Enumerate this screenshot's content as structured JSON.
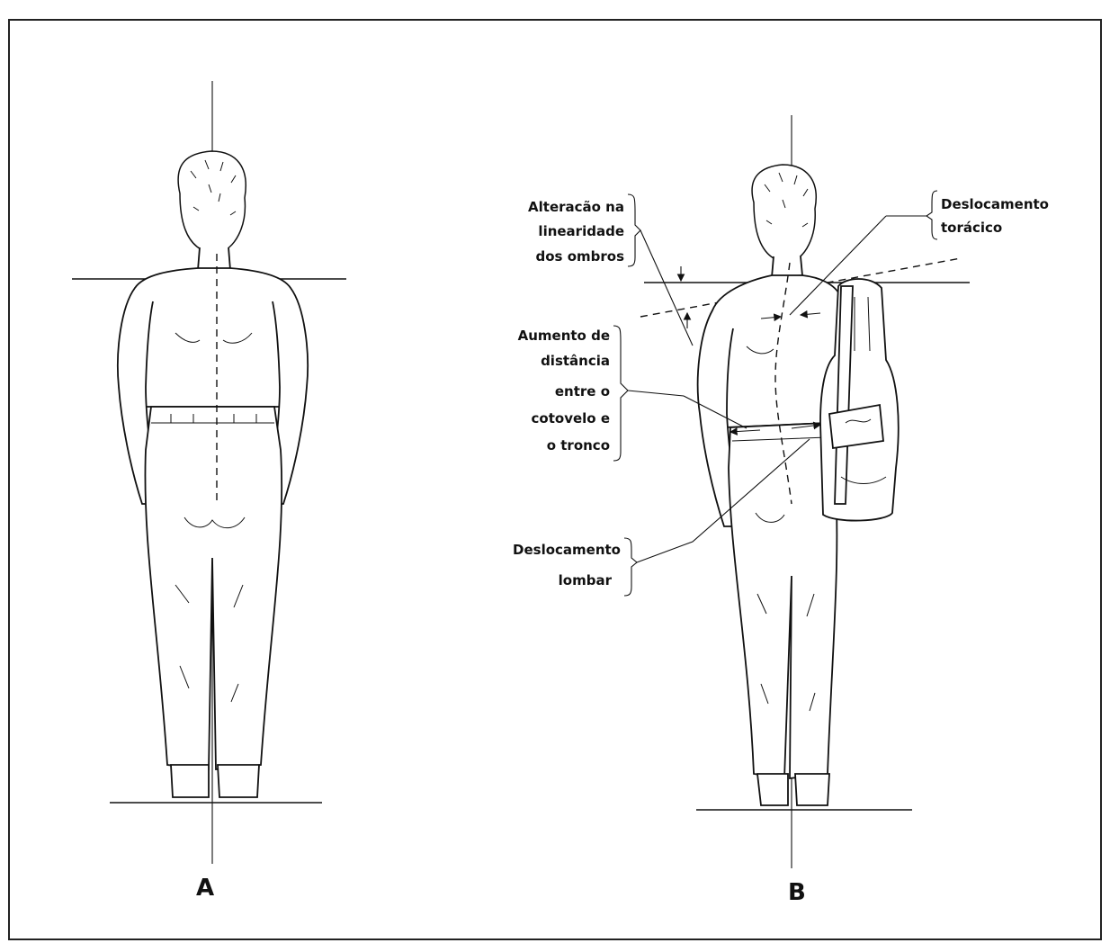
{
  "panels": [
    {
      "id": "A",
      "label": "A"
    },
    {
      "id": "B",
      "label": "B"
    }
  ],
  "annotations": {
    "shoulders": [
      "Alteracão na",
      "linearidade",
      "dos ombros"
    ],
    "thoracic": [
      "Deslocamento",
      "torácico"
    ],
    "elbow": [
      "Aumento de",
      "distância",
      "entre o",
      "cotovelo e",
      "o tronco"
    ],
    "lumbar": [
      "Deslocamento",
      "lombar"
    ]
  }
}
